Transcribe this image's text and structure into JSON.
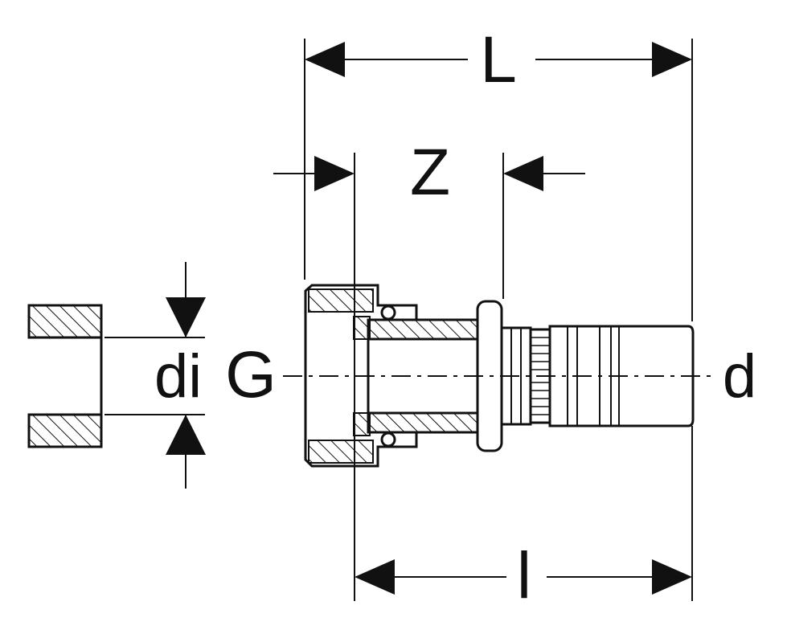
{
  "drawing": {
    "colors": {
      "ink": "#111111",
      "background": "#ffffff"
    },
    "labels": {
      "overall_length": "L",
      "insertion_depth": "Z",
      "inner_diameter": "di",
      "thread": "G",
      "pipe_diameter": "d",
      "length": "l"
    }
  }
}
